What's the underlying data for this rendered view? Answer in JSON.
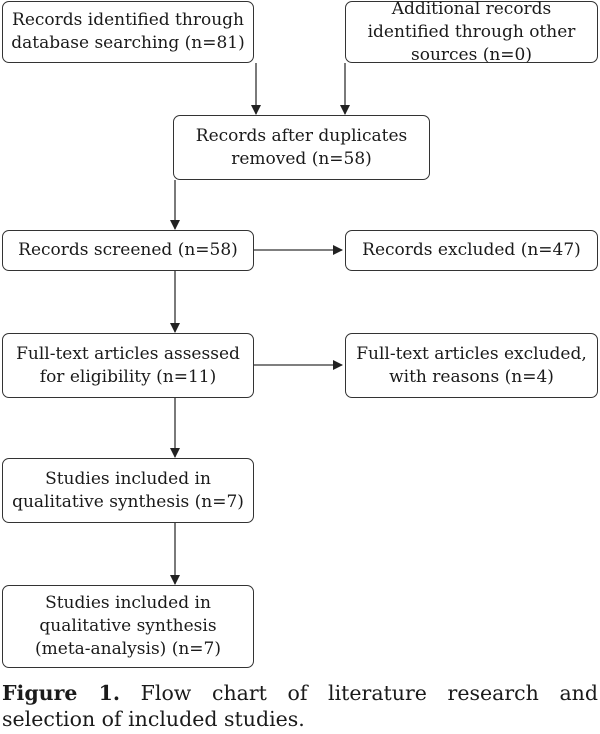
{
  "boxes": {
    "identified_db": "Records identified through database searching (n=81)",
    "identified_other": "Additional records identified through other sources (n=0)",
    "after_duplicates": "Records after duplicates removed (n=58)",
    "screened": "Records screened (n=58)",
    "excluded": "Records excluded (n=47)",
    "fulltext_assessed": "Full-text articles assessed for eligibility (n=11)",
    "fulltext_excluded": "Full-text articles excluded, with reasons (n=4)",
    "qualitative": "Studies included in qualitative synthesis (n=7)",
    "quantitative": "Studies included in qualitative synthesis (meta-analysis) (n=7)"
  },
  "caption": {
    "label": "Figure 1.",
    "text": " Flow chart of literature research and selection of included studies."
  }
}
